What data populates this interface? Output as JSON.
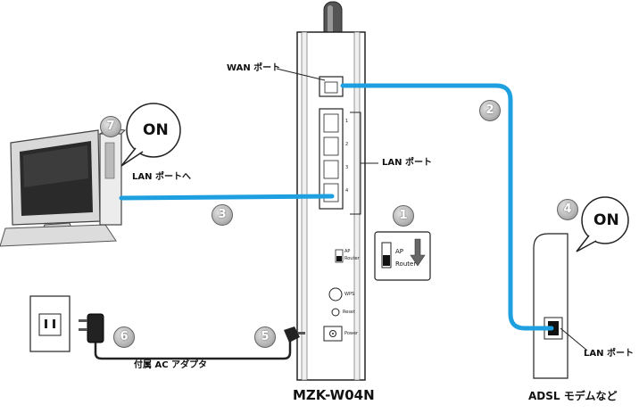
{
  "labels": {
    "wan_port": "WAN ポート",
    "lan_port": "LAN ポート",
    "lan_port_to": "LAN ポートへ",
    "modem_lan_port": "LAN ポート",
    "adapter": "付属 AC アダプタ",
    "router_model": "MZK-W04N",
    "modem": "ADSL モデムなど",
    "on_pc": "ON",
    "on_modem": "ON",
    "switch_ap": "AP",
    "switch_router": "Router",
    "panel_ap": "AP",
    "panel_router": "Router",
    "wps": "WPS",
    "reset": "Reset",
    "power": "Power",
    "port_1": "1",
    "port_2": "2",
    "port_3": "3",
    "port_4": "4"
  },
  "steps": {
    "s1": "1",
    "s2": "2",
    "s3": "3",
    "s4": "4",
    "s5": "5",
    "s6": "6",
    "s7": "7"
  },
  "colors": {
    "cable_blue": "#1ea0e0",
    "outline": "#222222",
    "step_gray": "#a8a8a8"
  }
}
